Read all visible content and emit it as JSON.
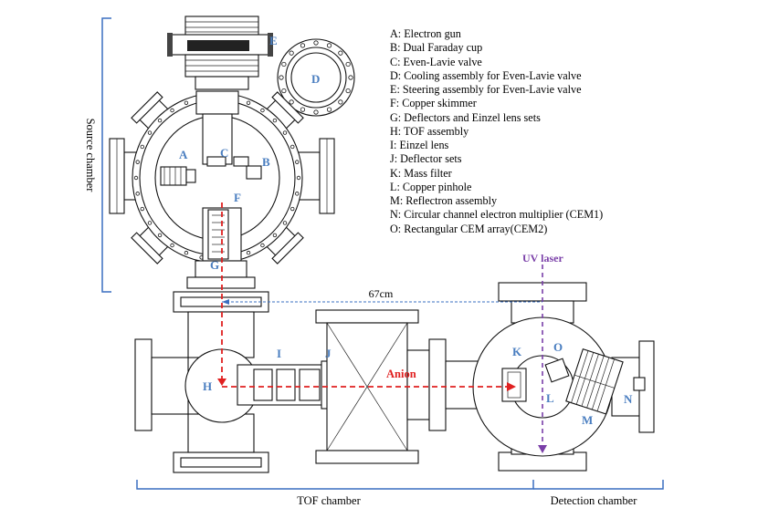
{
  "legend": [
    "A: Electron gun",
    "B: Dual Faraday cup",
    "C: Even-Lavie valve",
    "D: Cooling assembly for Even-Lavie valve",
    "E: Steering assembly for Even-Lavie valve",
    "F: Copper skimmer",
    "G: Deflectors and Einzel lens sets",
    "H: TOF assembly",
    "I: Einzel lens",
    "J: Deflector sets",
    "K: Mass filter",
    "L: Copper pinhole",
    "M: Reflectron assembly",
    "N: Circular channel electron multiplier (CEM1)",
    "O: Rectangular CEM array(CEM2)"
  ],
  "labels": {
    "A": "A",
    "B": "B",
    "C": "C",
    "D": "D",
    "E": "E",
    "F": "F",
    "G": "G",
    "H": "H",
    "I": "I",
    "J": "J",
    "K": "K",
    "L": "L",
    "M": "M",
    "N": "N",
    "O": "O"
  },
  "annotations": {
    "source_chamber": "Source chamber",
    "tof_chamber": "TOF chamber",
    "detection_chamber": "Detection chamber",
    "uv_laser": "UV laser",
    "distance": "67cm",
    "anion": "Anion"
  },
  "colors": {
    "label_blue": "#4a7ec0",
    "beam_red": "#e02020",
    "laser_purple": "#7a3fa8",
    "bracket_blue": "#3a6fc0",
    "dash_blue": "#3a6fc0"
  }
}
